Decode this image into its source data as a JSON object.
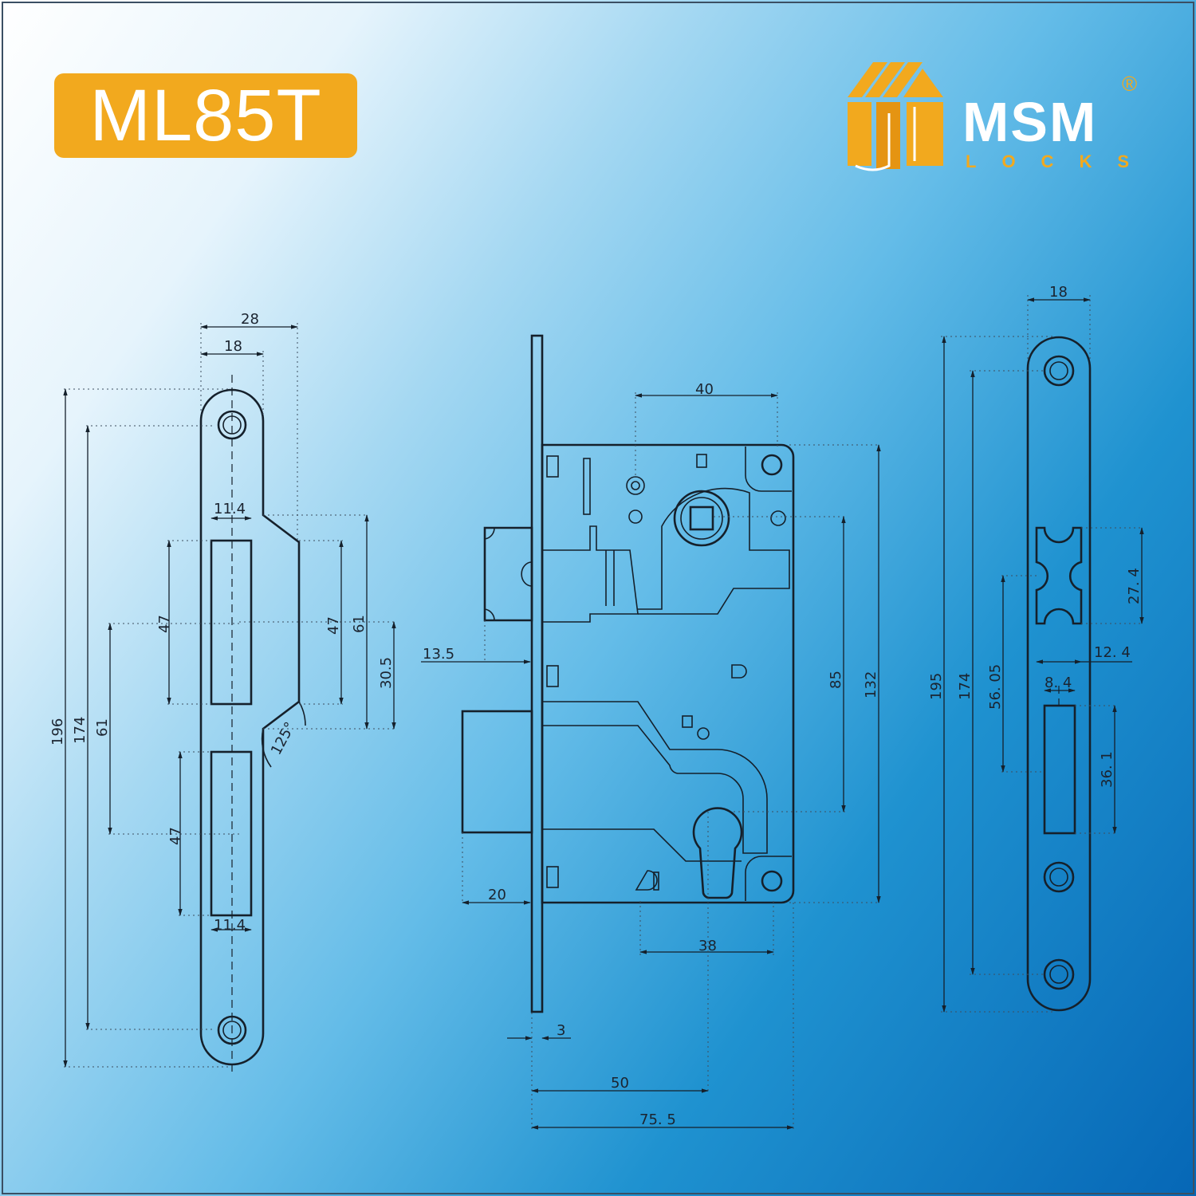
{
  "badge": {
    "model": "ML85T"
  },
  "logo": {
    "brand": "MSM",
    "sub": "LOCKS",
    "registered": "®"
  },
  "left_plate": {
    "width_28": "28",
    "width_18": "18",
    "slot_width_top": "11.4",
    "slot_width_bottom": "11.4",
    "slot_top_47": "47",
    "slot_bottom_47": "47",
    "center_61": "61",
    "total_196": "196",
    "holes_174": "174",
    "tab_47": "47",
    "tab_61": "61",
    "tab_30_5": "30.5",
    "angle": "125°"
  },
  "lock_body": {
    "d40": "40",
    "d13_5": "13.5",
    "d20": "20",
    "d85": "85",
    "d132": "132",
    "d38": "38",
    "d3": "3",
    "d50": "50",
    "d75_5": "75. 5"
  },
  "right_plate": {
    "w18": "18",
    "d27_4": "27. 4",
    "d12_4": "12. 4",
    "d8_4": "8. 4",
    "d36_1": "36. 1",
    "d56_05": "56. 05",
    "d174": "174",
    "d195": "195"
  }
}
